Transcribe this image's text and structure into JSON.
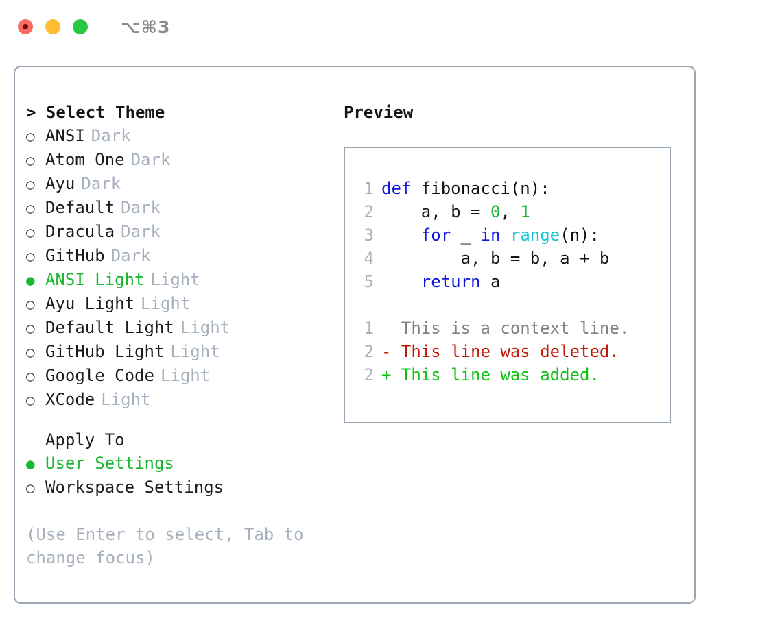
{
  "window": {
    "shortcut": "⌥⌘3",
    "traffic_lights": [
      "close-red",
      "minimize-amber",
      "zoom-green"
    ]
  },
  "theme_picker": {
    "header": "> Select Theme",
    "items": [
      {
        "marker": "○",
        "name": "ANSI",
        "category": "Dark",
        "selected": false
      },
      {
        "marker": "○",
        "name": "Atom One",
        "category": "Dark",
        "selected": false
      },
      {
        "marker": "○",
        "name": "Ayu",
        "category": "Dark",
        "selected": false
      },
      {
        "marker": "○",
        "name": "Default",
        "category": "Dark",
        "selected": false
      },
      {
        "marker": "○",
        "name": "Dracula",
        "category": "Dark",
        "selected": false
      },
      {
        "marker": "○",
        "name": "GitHub",
        "category": "Dark",
        "selected": false
      },
      {
        "marker": "●",
        "name": "ANSI Light",
        "category": "Light",
        "selected": true
      },
      {
        "marker": "○",
        "name": "Ayu Light",
        "category": "Light",
        "selected": false
      },
      {
        "marker": "○",
        "name": "Default Light",
        "category": "Light",
        "selected": false
      },
      {
        "marker": "○",
        "name": "GitHub Light",
        "category": "Light",
        "selected": false
      },
      {
        "marker": "○",
        "name": "Google Code",
        "category": "Light",
        "selected": false
      },
      {
        "marker": "○",
        "name": "XCode",
        "category": "Light",
        "selected": false
      }
    ]
  },
  "apply_to": {
    "header": "Apply To",
    "items": [
      {
        "marker": "●",
        "name": "User Settings",
        "selected": true
      },
      {
        "marker": "○",
        "name": "Workspace Settings",
        "selected": false
      }
    ]
  },
  "hint": "(Use Enter to select, Tab to change focus)",
  "preview": {
    "title": "Preview",
    "code_lines": [
      {
        "lineno": "1",
        "tokens": [
          {
            "text": "def ",
            "type": "kw"
          },
          {
            "text": "fibonacci(n):",
            "type": "txt"
          }
        ]
      },
      {
        "lineno": "2",
        "tokens": [
          {
            "text": "    a, b = ",
            "type": "txt"
          },
          {
            "text": "0",
            "type": "num"
          },
          {
            "text": ", ",
            "type": "txt"
          },
          {
            "text": "1",
            "type": "num"
          }
        ]
      },
      {
        "lineno": "3",
        "tokens": [
          {
            "text": "    ",
            "type": "txt"
          },
          {
            "text": "for",
            "type": "kw"
          },
          {
            "text": " _ ",
            "type": "txt"
          },
          {
            "text": "in",
            "type": "kw"
          },
          {
            "text": " ",
            "type": "txt"
          },
          {
            "text": "range",
            "type": "fn"
          },
          {
            "text": "(n):",
            "type": "txt"
          }
        ]
      },
      {
        "lineno": "4",
        "tokens": [
          {
            "text": "        a, b = b, a + b",
            "type": "txt"
          }
        ]
      },
      {
        "lineno": "5",
        "tokens": [
          {
            "text": "    ",
            "type": "txt"
          },
          {
            "text": "return",
            "type": "kw"
          },
          {
            "text": " a",
            "type": "txt"
          }
        ]
      }
    ],
    "diff_lines": [
      {
        "lineno": "1",
        "marker": "  ",
        "text": "This is a context line.",
        "type": "ctx"
      },
      {
        "lineno": "2",
        "marker": "- ",
        "text": "This line was deleted.",
        "type": "del"
      },
      {
        "lineno": "2",
        "marker": "+ ",
        "text": "This line was added.",
        "type": "add"
      }
    ]
  },
  "colors": {
    "selected_green": "#18b830",
    "muted_gray": "#a7b0bd",
    "border": "#9aa6b4",
    "keyword_blue": "#1018d8",
    "function_cyan": "#17c3d6",
    "number_green": "#18b830",
    "diff_delete_red": "#c21807",
    "diff_add_green": "#0cc40c",
    "context_gray": "#808080"
  }
}
